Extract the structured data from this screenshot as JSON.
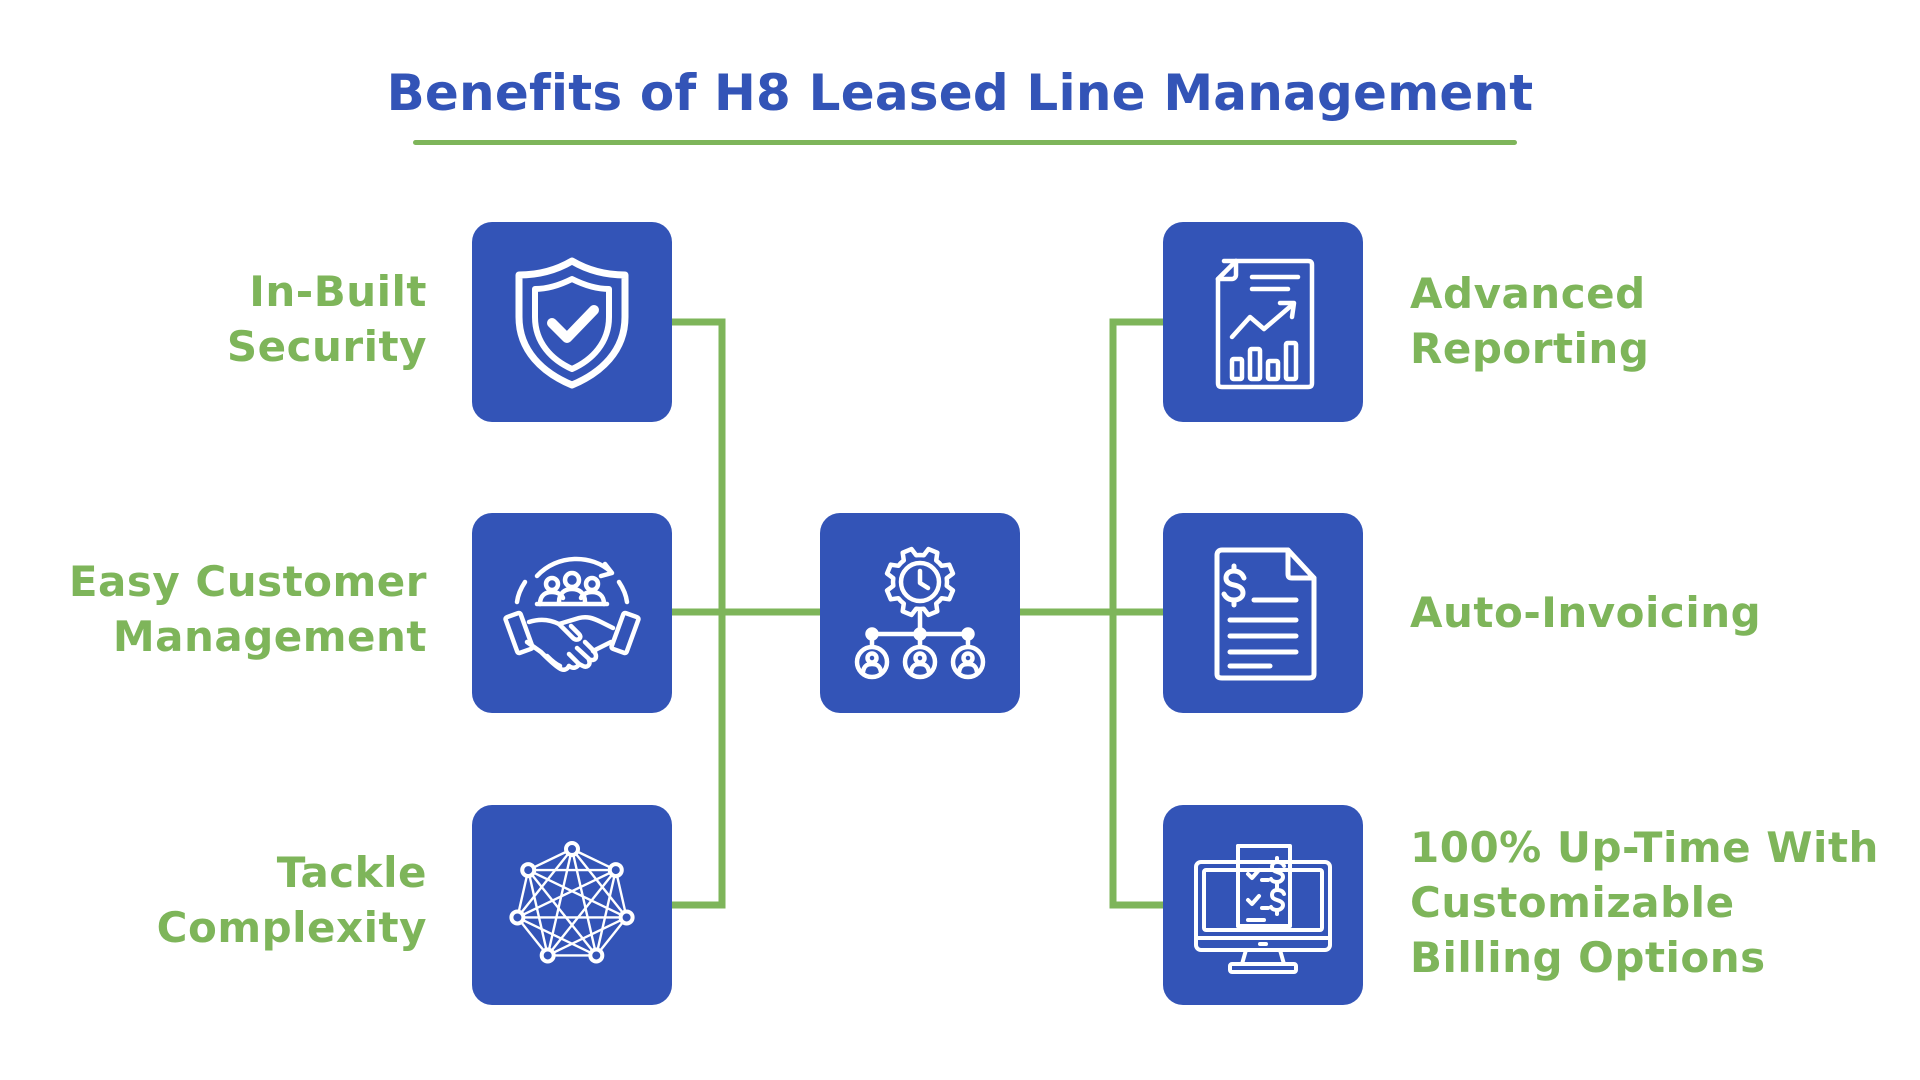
{
  "diagram": {
    "title": "Benefits of H8 Leased Line Management",
    "colors": {
      "accent_blue": "#3354b7",
      "accent_green": "#7eb55a",
      "icon_white": "#ffffff"
    },
    "center": {
      "icon": "gear-clock-hierarchy-icon"
    },
    "benefits": [
      {
        "side": "left",
        "lines": [
          "In-Built",
          "Security"
        ],
        "icon": "shield-check-icon"
      },
      {
        "side": "left",
        "lines": [
          "Easy Customer",
          "Management"
        ],
        "icon": "handshake-people-icon"
      },
      {
        "side": "left",
        "lines": [
          "Tackle",
          "Complexity"
        ],
        "icon": "network-mesh-icon"
      },
      {
        "side": "right",
        "lines": [
          "Advanced",
          "Reporting"
        ],
        "icon": "report-chart-icon"
      },
      {
        "side": "right",
        "lines": [
          "Auto-Invoicing"
        ],
        "icon": "invoice-document-icon"
      },
      {
        "side": "right",
        "lines": [
          "100% Up-Time With",
          "Customizable",
          "Billing Options"
        ],
        "icon": "monitor-billing-icon"
      }
    ]
  }
}
